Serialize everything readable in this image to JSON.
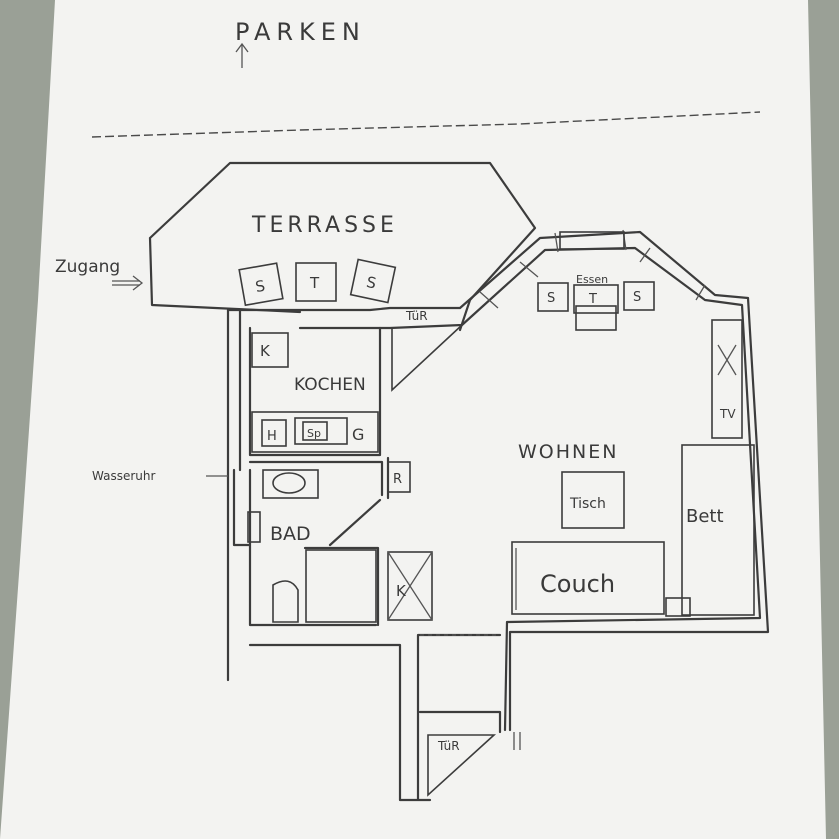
{
  "labels": {
    "parken": "PARKEN",
    "terrasse": "TERRASSE",
    "zugang": "Zugang",
    "tuer_top": "TüR",
    "kochen": "KOCHEN",
    "essen": "Essen",
    "wohnen": "WOHNEN",
    "wasseruhr": "Wasseruhr",
    "bad": "BAD",
    "tisch": "Tisch",
    "bett": "Bett",
    "couch": "Couch",
    "tuer_bottom": "TüR",
    "tv": "TV"
  },
  "furniture": {
    "terrace_chair_left": "S",
    "terrace_table": "T",
    "terrace_chair_right": "S",
    "dining_chair_left": "S",
    "dining_table": "T",
    "dining_chair_right": "S",
    "fridge": "K",
    "stove_h": "H",
    "sink": "Sp",
    "appliance_g": "G",
    "shelf_r": "R",
    "wardrobe_k": "K"
  },
  "colors": {
    "paper": "#f3f3f1",
    "ink": "#3c3c3c",
    "background": "#9aa096"
  }
}
